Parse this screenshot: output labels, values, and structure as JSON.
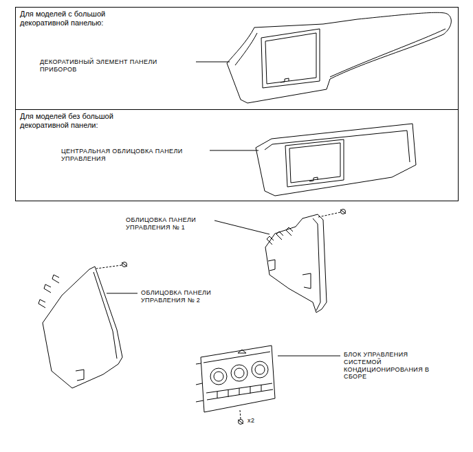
{
  "diagram": {
    "nodes": [
      {
        "text": [
          "Для моделей с большой декоративной панелью:",
          "ДЕКОРАТИВНЫЙ ЭЛЕМЕНТ ПАНЕЛИ ПРИБОРОВ"
        ]
      },
      {
        "text": [
          "Для моделей без большой декоративной панели:",
          "ЦЕНТРАЛЬНАЯ ОБЛИЦОВКА ПАНЕЛИ УПРАВЛЕНИЯ"
        ]
      }
    ],
    "labels": [
      "ОБЛИЦОВКА ПАНЕЛИ УПРАВЛЕНИЯ № 1",
      "ОБЛИЦОВКА ПАНЕЛИ УПРАВЛЕНИЯ № 2",
      "БЛОК УПРАВЛЕНИЯ СИСТЕМОЙ КОНДИЦИОНИРОВАНИЯ В СБОРЕ",
      "x2"
    ]
  }
}
